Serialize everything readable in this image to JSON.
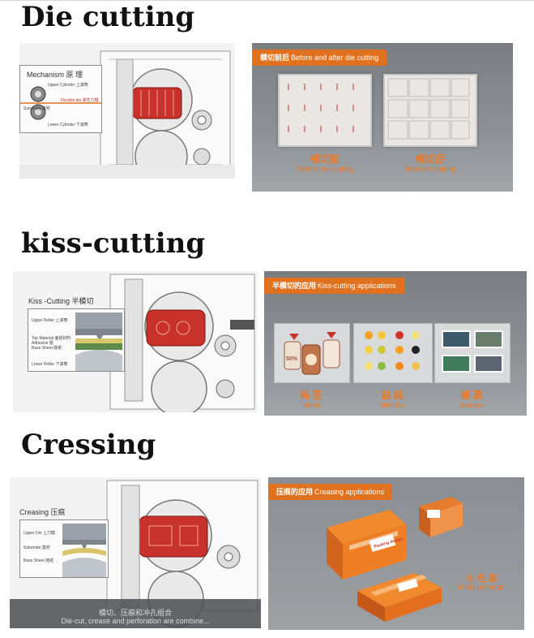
{
  "sections": {
    "die": {
      "heading": "Die cutting",
      "inset": {
        "title": "Mechanism 原 理",
        "upper": "Upper Cylinder 上滚筒",
        "flexible": "Flexible die 柔性刀模",
        "substrate": "Substrate 基材",
        "lower": "Lower Cylinder 下滚筒"
      },
      "app": {
        "bar_cn": "模切前后",
        "bar_en": "Before and after die cutting",
        "before_cn": "模切前",
        "before_en": "Before die cutting",
        "after_cn": "模切后",
        "after_en": "After die cutting"
      }
    },
    "kiss": {
      "heading": "kiss-cutting",
      "inset": {
        "title": "Kiss -Cutting  半模切",
        "upper": "Upper Roller 上滚筒",
        "top": "Top Material 面纸材料",
        "adhesive": "Adhesive 胶",
        "base": "Base Sheet 底纸",
        "lower": "Lower Roller 下滚筒"
      },
      "app": {
        "bar_cn": "半模切的应用",
        "bar_en": "Kiss-cutting applications",
        "labels_cn": "标 签",
        "labels_en": "labels",
        "stickers_cn": "贴 纸",
        "stickers_en": "stickers",
        "stamps_cn": "邮 票",
        "stamps_en": "stamps",
        "tag_text": "50%"
      }
    },
    "crease": {
      "heading": "Cressing",
      "inset": {
        "title": "Creasing  压痕",
        "upper": "Upper Die 上刀模",
        "substrate": "Substrate 基材",
        "base": "Base Sheet 底纸"
      },
      "subtitle_cn": "模切、压痕和冲孔组合",
      "subtitle_en": "Die-cut, crease and perforation are combine...",
      "app": {
        "bar_cn": "压痕的应用",
        "bar_en": "Creasing applications",
        "package_cn": "小 包 装",
        "package_en": "Small package",
        "box_brand": "Packing design"
      }
    }
  },
  "colors": {
    "orange": "#e0721f",
    "red_die": "#c9312b",
    "panel_gray": "#8e9195"
  }
}
